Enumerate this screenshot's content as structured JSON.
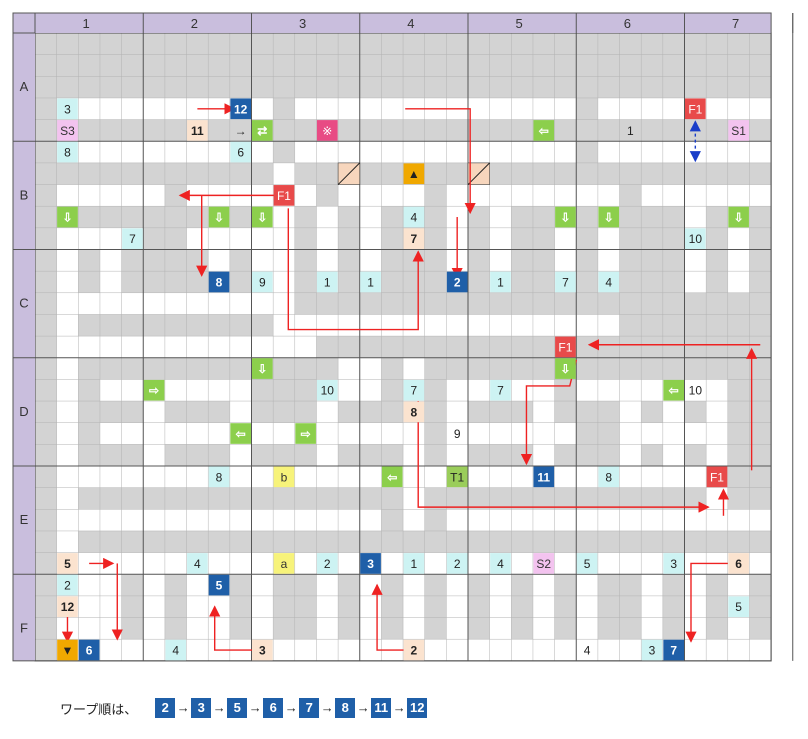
{
  "grid": {
    "columns": [
      "1",
      "2",
      "3",
      "4",
      "5",
      "6",
      "7"
    ],
    "rows": [
      "A",
      "B",
      "C",
      "D",
      "E",
      "F"
    ]
  },
  "colors": {
    "wall": "#d3d3d3",
    "floor": "#ffffff",
    "header": "#c9bedd",
    "warp": "#1f5fa8",
    "forced": "#e84a4a",
    "oneway": "#8ccf4c",
    "stairs_up": "#f0a800",
    "numbered": "#cdf3f3",
    "bold_numbered": "#fbe3cf",
    "start": "#f3c3ef",
    "special": "#e84b84",
    "letter": "#f7f37a",
    "treasure": "#9acd5a"
  },
  "markers": [
    {
      "kind": "num",
      "text": "3",
      "cell": [
        1,
        3
      ]
    },
    {
      "kind": "start",
      "text": "S3",
      "cell": [
        1,
        4
      ]
    },
    {
      "kind": "num",
      "text": "8",
      "cell": [
        1,
        5
      ]
    },
    {
      "kind": "bold",
      "text": "11",
      "cell": [
        7,
        4
      ]
    },
    {
      "kind": "warp",
      "text": "12",
      "cell": [
        9,
        3
      ]
    },
    {
      "kind": "plain",
      "text": "→",
      "cell": [
        9,
        4
      ]
    },
    {
      "kind": "num",
      "text": "6",
      "cell": [
        9,
        5
      ]
    },
    {
      "kind": "oneway",
      "text": "⇄",
      "cell": [
        10,
        4
      ]
    },
    {
      "kind": "special",
      "text": "※",
      "cell": [
        13,
        4
      ]
    },
    {
      "kind": "oneway",
      "text": "⇦",
      "cell": [
        23,
        4
      ]
    },
    {
      "kind": "plain",
      "text": "1",
      "cell": [
        27,
        4
      ]
    },
    {
      "kind": "forced",
      "text": "F1",
      "cell": [
        30,
        3
      ]
    },
    {
      "kind": "start",
      "text": "S1",
      "cell": [
        32,
        4
      ]
    },
    {
      "kind": "stairs",
      "text": "▲",
      "cell": [
        17,
        6
      ]
    },
    {
      "kind": "forced",
      "text": "F1",
      "cell": [
        11,
        7
      ]
    },
    {
      "kind": "oneway",
      "text": "⇩",
      "cell": [
        1,
        8
      ]
    },
    {
      "kind": "oneway",
      "text": "⇩",
      "cell": [
        8,
        8
      ]
    },
    {
      "kind": "oneway",
      "text": "⇩",
      "cell": [
        10,
        8
      ]
    },
    {
      "kind": "num",
      "text": "4",
      "cell": [
        17,
        8
      ]
    },
    {
      "kind": "oneway",
      "text": "⇩",
      "cell": [
        24,
        8
      ]
    },
    {
      "kind": "oneway",
      "text": "⇩",
      "cell": [
        26,
        8
      ]
    },
    {
      "kind": "oneway",
      "text": "⇩",
      "cell": [
        32,
        8
      ]
    },
    {
      "kind": "num",
      "text": "7",
      "cell": [
        4,
        9
      ]
    },
    {
      "kind": "bold",
      "text": "7",
      "cell": [
        17,
        9
      ]
    },
    {
      "kind": "num",
      "text": "10",
      "cell": [
        30,
        9
      ]
    },
    {
      "kind": "warp",
      "text": "8",
      "cell": [
        8,
        11
      ]
    },
    {
      "kind": "num",
      "text": "9",
      "cell": [
        10,
        11
      ]
    },
    {
      "kind": "num",
      "text": "1",
      "cell": [
        13,
        11
      ]
    },
    {
      "kind": "num",
      "text": "1",
      "cell": [
        15,
        11
      ]
    },
    {
      "kind": "warp",
      "text": "2",
      "cell": [
        19,
        11
      ]
    },
    {
      "kind": "num",
      "text": "1",
      "cell": [
        21,
        11
      ]
    },
    {
      "kind": "num",
      "text": "7",
      "cell": [
        24,
        11
      ]
    },
    {
      "kind": "num",
      "text": "4",
      "cell": [
        26,
        11
      ]
    },
    {
      "kind": "forced",
      "text": "F1",
      "cell": [
        24,
        14
      ]
    },
    {
      "kind": "oneway",
      "text": "⇩",
      "cell": [
        10,
        15
      ]
    },
    {
      "kind": "oneway",
      "text": "⇩",
      "cell": [
        24,
        15
      ]
    },
    {
      "kind": "oneway",
      "text": "⇨",
      "cell": [
        5,
        16
      ]
    },
    {
      "kind": "num",
      "text": "10",
      "cell": [
        13,
        16
      ]
    },
    {
      "kind": "num",
      "text": "7",
      "cell": [
        17,
        16
      ]
    },
    {
      "kind": "num",
      "text": "7",
      "cell": [
        21,
        16
      ]
    },
    {
      "kind": "oneway",
      "text": "⇦",
      "cell": [
        29,
        16
      ]
    },
    {
      "kind": "plain",
      "text": "10",
      "cell": [
        30,
        16
      ]
    },
    {
      "kind": "bold",
      "text": "8",
      "cell": [
        17,
        17
      ]
    },
    {
      "kind": "oneway",
      "text": "⇦",
      "cell": [
        9,
        18
      ]
    },
    {
      "kind": "oneway",
      "text": "⇨",
      "cell": [
        12,
        18
      ]
    },
    {
      "kind": "plain",
      "text": "9",
      "cell": [
        19,
        18
      ]
    },
    {
      "kind": "num",
      "text": "8",
      "cell": [
        8,
        20
      ]
    },
    {
      "kind": "letter",
      "text": "b",
      "cell": [
        11,
        20
      ]
    },
    {
      "kind": "oneway",
      "text": "⇦",
      "cell": [
        16,
        20
      ]
    },
    {
      "kind": "treasure",
      "text": "T1",
      "cell": [
        19,
        20
      ]
    },
    {
      "kind": "warp",
      "text": "11",
      "cell": [
        23,
        20
      ]
    },
    {
      "kind": "num",
      "text": "8",
      "cell": [
        26,
        20
      ]
    },
    {
      "kind": "forced",
      "text": "F1",
      "cell": [
        31,
        20
      ]
    },
    {
      "kind": "bold",
      "text": "5",
      "cell": [
        1,
        24
      ]
    },
    {
      "kind": "num",
      "text": "4",
      "cell": [
        7,
        24
      ]
    },
    {
      "kind": "letter",
      "text": "a",
      "cell": [
        11,
        24
      ]
    },
    {
      "kind": "num",
      "text": "2",
      "cell": [
        13,
        24
      ]
    },
    {
      "kind": "warp",
      "text": "3",
      "cell": [
        15,
        24
      ]
    },
    {
      "kind": "num",
      "text": "1",
      "cell": [
        17,
        24
      ]
    },
    {
      "kind": "num",
      "text": "2",
      "cell": [
        19,
        24
      ]
    },
    {
      "kind": "num",
      "text": "4",
      "cell": [
        21,
        24
      ]
    },
    {
      "kind": "start",
      "text": "S2",
      "cell": [
        23,
        24
      ]
    },
    {
      "kind": "num",
      "text": "5",
      "cell": [
        25,
        24
      ]
    },
    {
      "kind": "num",
      "text": "3",
      "cell": [
        29,
        24
      ]
    },
    {
      "kind": "bold",
      "text": "6",
      "cell": [
        32,
        24
      ]
    },
    {
      "kind": "num",
      "text": "2",
      "cell": [
        1,
        25
      ]
    },
    {
      "kind": "warp",
      "text": "5",
      "cell": [
        8,
        25
      ]
    },
    {
      "kind": "bold",
      "text": "12",
      "cell": [
        1,
        26
      ]
    },
    {
      "kind": "num",
      "text": "5",
      "cell": [
        32,
        26
      ]
    },
    {
      "kind": "stairs",
      "text": "▼",
      "cell": [
        1,
        28
      ]
    },
    {
      "kind": "warp",
      "text": "6",
      "cell": [
        2,
        28
      ]
    },
    {
      "kind": "num",
      "text": "4",
      "cell": [
        6,
        28
      ]
    },
    {
      "kind": "bold",
      "text": "3",
      "cell": [
        10,
        28
      ]
    },
    {
      "kind": "bold",
      "text": "2",
      "cell": [
        17,
        28
      ]
    },
    {
      "kind": "plain",
      "text": "4",
      "cell": [
        25,
        28
      ]
    },
    {
      "kind": "num",
      "text": "3",
      "cell": [
        28,
        28
      ]
    },
    {
      "kind": "warp",
      "text": "7",
      "cell": [
        29,
        28
      ]
    }
  ],
  "legend": {
    "label": "ワープ順は、",
    "sequence": [
      "2",
      "3",
      "5",
      "6",
      "7",
      "8",
      "11",
      "12"
    ],
    "arrow": "→"
  }
}
